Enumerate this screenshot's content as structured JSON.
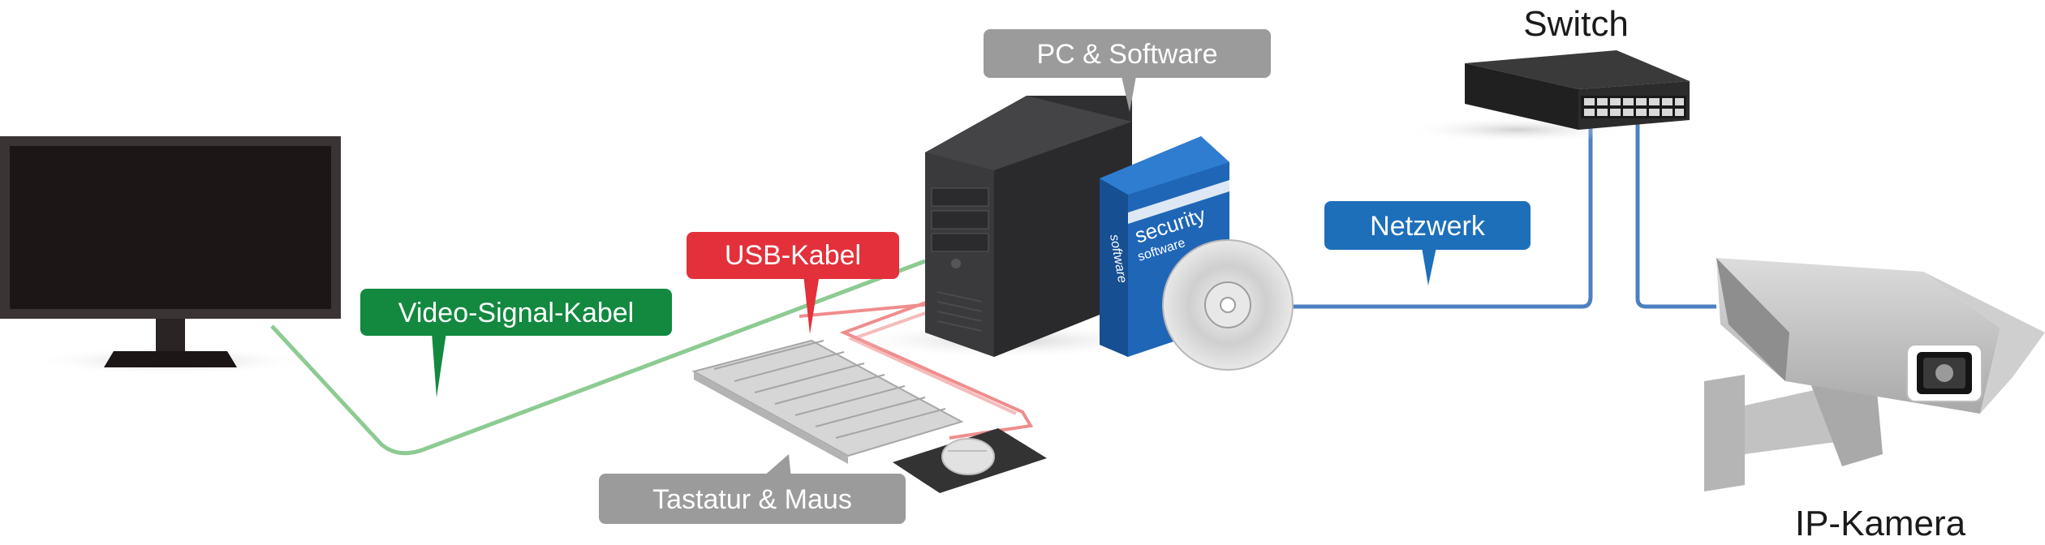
{
  "labels": {
    "pc_software": "PC & Software",
    "switch": "Switch",
    "netzwerk": "Netzwerk",
    "usb_kabel": "USB-Kabel",
    "video_kabel": "Video-Signal-Kabel",
    "tastatur_maus": "Tastatur & Maus",
    "ip_kamera": "IP-Kamera"
  },
  "software_box": {
    "title": "security",
    "subtitle": "software",
    "spine": "software"
  },
  "colors": {
    "callout_gray": "#9b9b9b",
    "callout_red": "#e3303a",
    "callout_green": "#12893f",
    "callout_blue": "#1d6fba",
    "cable_green": "#8ccb92",
    "cable_red": "#ef8d8d",
    "cable_blue": "#4d80c2",
    "monitor": "#1d1616",
    "tower": "#2f2f31",
    "box_blue": "#1f66b7"
  }
}
